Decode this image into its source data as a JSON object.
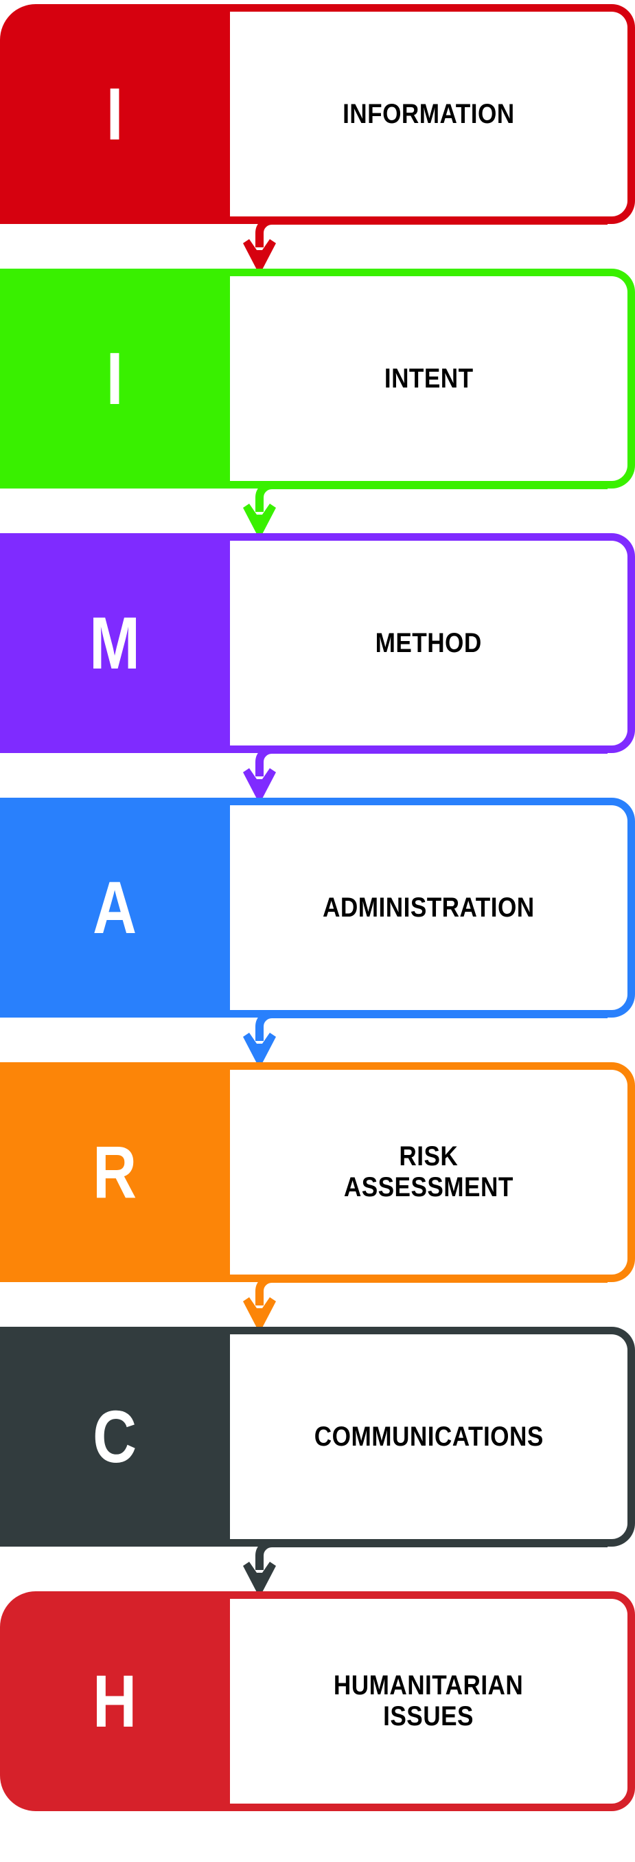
{
  "diagram": {
    "type": "vertical-flow-acronym",
    "acronym": "IIMARCH",
    "orientation": "top-to-bottom",
    "step_count": 7,
    "connector": "curved-elbow-down-arrow",
    "steps": [
      {
        "letter": "I",
        "label": "INFORMATION",
        "color": "#d6010f",
        "text_color": "#000000",
        "letter_color": "#ffffff",
        "lines": 1
      },
      {
        "letter": "I",
        "label": "INTENT",
        "color": "#39f000",
        "text_color": "#000000",
        "letter_color": "#ffffff",
        "lines": 1
      },
      {
        "letter": "M",
        "label": "METHOD",
        "color": "#7f2bff",
        "text_color": "#000000",
        "letter_color": "#ffffff",
        "lines": 1
      },
      {
        "letter": "A",
        "label": "ADMINISTRATION",
        "color": "#2980fc",
        "text_color": "#000000",
        "letter_color": "#ffffff",
        "lines": 1
      },
      {
        "letter": "R",
        "label": "RISK\nASSESSMENT",
        "color": "#fc8508",
        "text_color": "#000000",
        "letter_color": "#ffffff",
        "lines": 2
      },
      {
        "letter": "C",
        "label": "COMMUNICATIONS",
        "color": "#323c3e",
        "text_color": "#000000",
        "letter_color": "#ffffff",
        "lines": 1
      },
      {
        "letter": "H",
        "label": "HUMANITARIAN\nISSUES",
        "color": "#d6212a",
        "text_color": "#000000",
        "letter_color": "#ffffff",
        "lines": 2
      }
    ],
    "palette": {
      "background": "#ffffff",
      "card_fill": "#ffffff",
      "label_text": "#000000",
      "letter_text": "#ffffff"
    }
  }
}
